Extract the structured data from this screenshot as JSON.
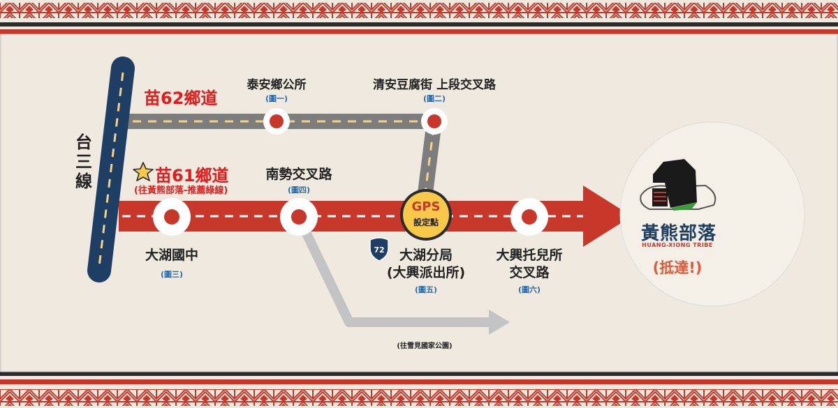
{
  "colors": {
    "background": "#efe9df",
    "border_red": "#c7382a",
    "border_dark": "#2b2b2b",
    "provincial_road": "#1e3f63",
    "township_road": "#7d7d7d",
    "main_route": "#c7382a",
    "side_route": "#c3c3c3",
    "node_red": "#c7382a",
    "label_red": "#e31b1b",
    "figure_blue": "#2a6aa8",
    "gps_fill": "#f7c84a"
  },
  "roads": {
    "provincial": "台三線",
    "township_62": "苗62鄉道",
    "township_61": "苗61鄉道",
    "township_61_note": "(往黃熊部落-推薦綠線)",
    "star_icon": "star-icon"
  },
  "nodes": {
    "taian_office": {
      "name": "泰安鄉公所",
      "fig": "(圖一)"
    },
    "qingan_junction": {
      "name": "清安豆腐街 上段交叉路",
      "fig": "(圖二)"
    },
    "dahu_school": {
      "name": "大湖國中",
      "fig": "(圖三)"
    },
    "nanshi_junction": {
      "name": "南勢交叉路",
      "fig": "(圖四)"
    },
    "dahu_station": {
      "line1": "大湖分局",
      "line2": "(大興派出所)",
      "fig": "(圖五)"
    },
    "daxing_nursery": {
      "line1": "大興托兒所",
      "line2": "交叉路",
      "fig": "(圖六)"
    }
  },
  "gps": {
    "title": "GPS",
    "subtitle": "設定點"
  },
  "route_shield": {
    "number": "72",
    "icon": "route-shield-icon"
  },
  "side_route_note": "(往雪見國家公園)",
  "destination": {
    "name_zh": "黃熊部落",
    "name_en": "HUANG-XIONG TRIBE",
    "status": "(抵達!)",
    "logo_icon": "bear-logo-icon"
  }
}
